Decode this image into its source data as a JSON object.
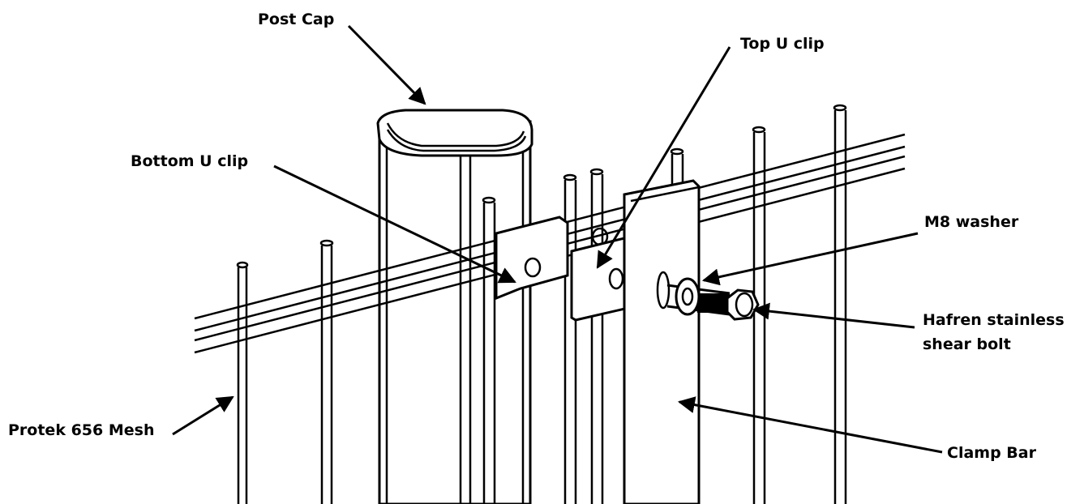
{
  "labels": {
    "post_cap": "Post Cap",
    "top_u_clip": "Top U clip",
    "bottom_u_clip": "Bottom U clip",
    "m8_washer": "M8 washer",
    "bolt_line1": "Hafren stainless",
    "bolt_line2": "shear bolt",
    "mesh": "Protek 656 Mesh",
    "clamp_bar": "Clamp Bar"
  },
  "colors": {
    "line": "#000000",
    "background": "#ffffff"
  }
}
